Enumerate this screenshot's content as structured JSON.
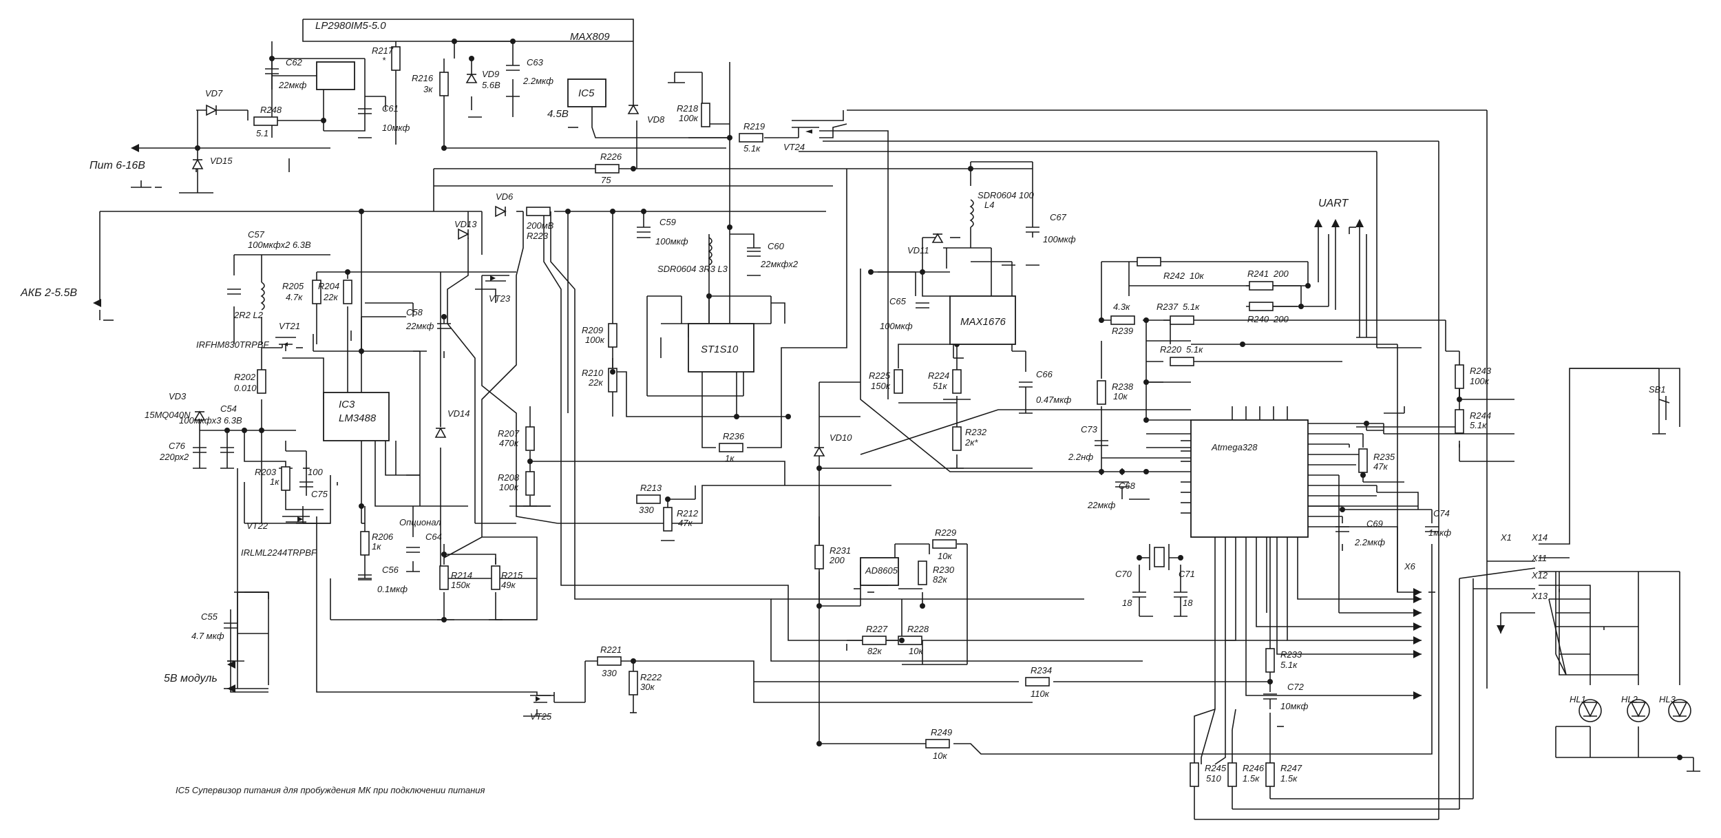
{
  "ics": {
    "lp": "LP2980IM5-5.0",
    "max809": "MAX809",
    "ic5": "IC5",
    "ic5_v": "4.5B",
    "st": "ST1S10",
    "max1676": "MAX1676",
    "ic3": "IC3",
    "lm": "LM3488",
    "atmega": "Atmega328",
    "ad": "AD8605"
  },
  "labels": {
    "pit": "Пит 6-16В",
    "akb": "АКБ 2-5.5В",
    "uart": "UART",
    "mod5": "5В модуль",
    "footnote": "IC5 Супервизор питания для пробуждения МК при подключении питания",
    "optional": "Опционал",
    "x1": "X1",
    "x14": "X14",
    "x11": "X11",
    "x12": "X12",
    "x13": "X13",
    "x6": "X6",
    "sb1": "SB1",
    "hl1": "HL1",
    "hl2": "HL2",
    "hl3": "HL3",
    "irf": "IRFHM830TRPBF",
    "irl": "IRLML2244TRPBF",
    "mq": "15MQ040N",
    "sdr1": "SDR0604 3R3 L3",
    "sdr2": "SDR0604 100",
    "l4": "L4",
    "l2": "2R2 L2"
  },
  "transistors": {
    "vt21": "VT21",
    "vt22": "VT22",
    "vt23": "VT23",
    "vt24": "VT24",
    "vt25": "VT25"
  },
  "diodes": {
    "vd3": "VD3",
    "vd6": "VD6",
    "vd7": "VD7",
    "vd8": "VD8",
    "vd9": "VD9",
    "vd9_v": "5.6B",
    "vd10": "VD10",
    "vd11": "VD11",
    "vd13": "VD13",
    "vd14": "VD14",
    "vd15": "VD15"
  },
  "components": [
    {
      "ref": "R217",
      "val": "*"
    },
    {
      "ref": "R216",
      "val": "3к"
    },
    {
      "ref": "R248",
      "val": "5.1"
    },
    {
      "ref": "R218",
      "val": "100к"
    },
    {
      "ref": "R219",
      "val": "5.1к"
    },
    {
      "ref": "R226",
      "val": "75"
    },
    {
      "ref": "R223",
      "val": "200мВ"
    },
    {
      "ref": "R209",
      "val": "100к"
    },
    {
      "ref": "R210",
      "val": "22к"
    },
    {
      "ref": "R236",
      "val": "1к"
    },
    {
      "ref": "R205",
      "val": "4.7к"
    },
    {
      "ref": "R204",
      "val": "22к"
    },
    {
      "ref": "R202",
      "val": "0.010"
    },
    {
      "ref": "R203",
      "val": "1к"
    },
    {
      "ref": "R207",
      "val": "470к"
    },
    {
      "ref": "R208",
      "val": "100к"
    },
    {
      "ref": "R213",
      "val": "330"
    },
    {
      "ref": "R212",
      "val": "47к"
    },
    {
      "ref": "R206",
      "val": "1к"
    },
    {
      "ref": "R214",
      "val": "150к"
    },
    {
      "ref": "R215",
      "val": "49к"
    },
    {
      "ref": "R221",
      "val": "330"
    },
    {
      "ref": "R222",
      "val": "30к"
    },
    {
      "ref": "R225",
      "val": "150к"
    },
    {
      "ref": "R224",
      "val": "51к"
    },
    {
      "ref": "R232",
      "val": "2к*"
    },
    {
      "ref": "R231",
      "val": "200"
    },
    {
      "ref": "R229",
      "val": "10к"
    },
    {
      "ref": "R230",
      "val": "82к"
    },
    {
      "ref": "R227",
      "val": "82к"
    },
    {
      "ref": "R228",
      "val": "10к"
    },
    {
      "ref": "R234",
      "val": "110к"
    },
    {
      "ref": "R249",
      "val": "10к"
    },
    {
      "ref": "R242",
      "val": "10к"
    },
    {
      "ref": "R241",
      "val": "200"
    },
    {
      "ref": "R240",
      "val": "200"
    },
    {
      "ref": "R239",
      "val": "4.3к"
    },
    {
      "ref": "R237",
      "val": "5.1к"
    },
    {
      "ref": "R220",
      "val": "5.1к"
    },
    {
      "ref": "R238",
      "val": "10к"
    },
    {
      "ref": "R235",
      "val": "47к"
    },
    {
      "ref": "R243",
      "val": "100к"
    },
    {
      "ref": "R244",
      "val": "5.1к"
    },
    {
      "ref": "R233",
      "val": "5.1к"
    },
    {
      "ref": "R245",
      "val": "510"
    },
    {
      "ref": "R246",
      "val": "1.5к"
    },
    {
      "ref": "R247",
      "val": "1.5к"
    },
    {
      "ref": "C62",
      "val": "22мкф"
    },
    {
      "ref": "C61",
      "val": "10мкф"
    },
    {
      "ref": "C63",
      "val": "2.2мкф"
    },
    {
      "ref": "C59",
      "val": "100мкф"
    },
    {
      "ref": "C60",
      "val": "22мкфх2"
    },
    {
      "ref": "C57",
      "val": "100мкфх2 6.3В"
    },
    {
      "ref": "C58",
      "val": "22мкф"
    },
    {
      "ref": "C54",
      "val": "100мкфх3 6.3В"
    },
    {
      "ref": "C76",
      "val": "220рх2"
    },
    {
      "ref": "C75",
      "val": "100"
    },
    {
      "ref": "C64",
      "val": ""
    },
    {
      "ref": "C56",
      "val": "0.1мкф"
    },
    {
      "ref": "C55",
      "val": "4.7 мкф"
    },
    {
      "ref": "C65",
      "val": "100мкф"
    },
    {
      "ref": "C66",
      "val": "0.47мкф"
    },
    {
      "ref": "C67",
      "val": "100мкф"
    },
    {
      "ref": "C73",
      "val": "2.2нф"
    },
    {
      "ref": "C68",
      "val": "22мкф"
    },
    {
      "ref": "C69",
      "val": "2.2мкф"
    },
    {
      "ref": "C74",
      "val": "1мкф"
    },
    {
      "ref": "C70",
      "val": "18"
    },
    {
      "ref": "C71",
      "val": "18"
    },
    {
      "ref": "C72",
      "val": "10мкф"
    }
  ]
}
